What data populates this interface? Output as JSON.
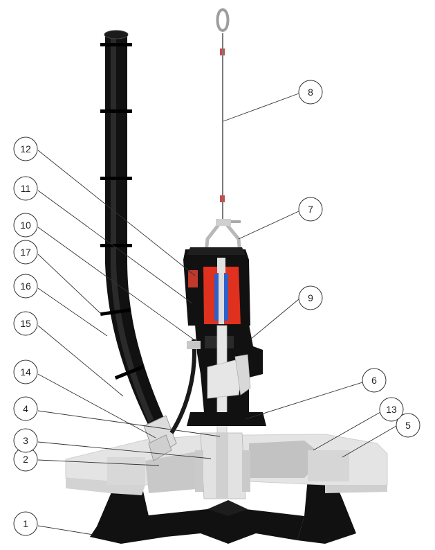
{
  "colors": {
    "body": "#111111",
    "body_edge": "#2a2a2a",
    "steel": "#d8d8d8",
    "steel_dark": "#a9a9a9",
    "plate": "#e4e4e4",
    "plate_shadow": "#c7c7c7",
    "red": "#e0301e",
    "blue": "#2f5fc8",
    "cable": "#555555",
    "line": "#333333"
  },
  "callouts": [
    {
      "id": "1",
      "label": "1"
    },
    {
      "id": "2",
      "label": "2"
    },
    {
      "id": "3",
      "label": "3"
    },
    {
      "id": "4",
      "label": "4"
    },
    {
      "id": "5",
      "label": "5"
    },
    {
      "id": "6",
      "label": "6"
    },
    {
      "id": "7",
      "label": "7"
    },
    {
      "id": "8",
      "label": "8"
    },
    {
      "id": "9",
      "label": "9"
    },
    {
      "id": "10",
      "label": "10"
    },
    {
      "id": "11",
      "label": "11"
    },
    {
      "id": "12",
      "label": "12"
    },
    {
      "id": "13",
      "label": "13"
    },
    {
      "id": "14",
      "label": "14"
    },
    {
      "id": "15",
      "label": "15"
    },
    {
      "id": "16",
      "label": "16"
    },
    {
      "id": "17",
      "label": "17"
    }
  ]
}
